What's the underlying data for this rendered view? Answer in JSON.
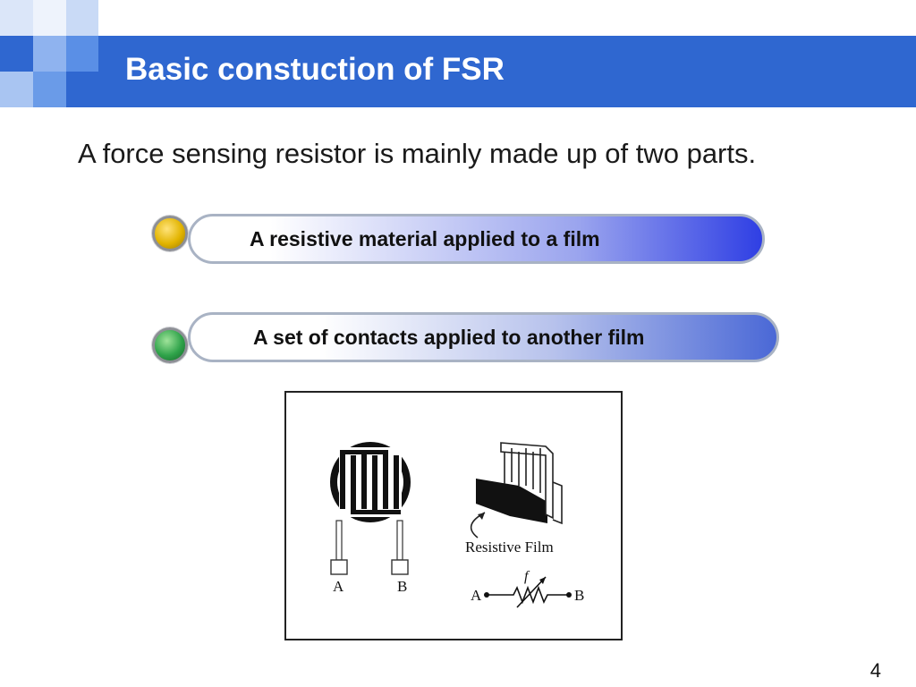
{
  "slide": {
    "title": "Basic constuction of FSR",
    "intro": "A force sensing resistor is mainly made up of two parts.",
    "parts": [
      {
        "label": "A resistive material applied to a film"
      },
      {
        "label": "A set of contacts applied to another film"
      }
    ],
    "figure": {
      "terminal_a": "A",
      "terminal_b": "B",
      "film_caption": "Resistive Film",
      "circuit_a": "A",
      "circuit_b": "B",
      "force_symbol": "f"
    },
    "page_number": "4"
  },
  "colors": {
    "title_bar": "#2f67d0",
    "accent_light": "#8fb3ef",
    "accent_mid": "#5a8fe6"
  }
}
